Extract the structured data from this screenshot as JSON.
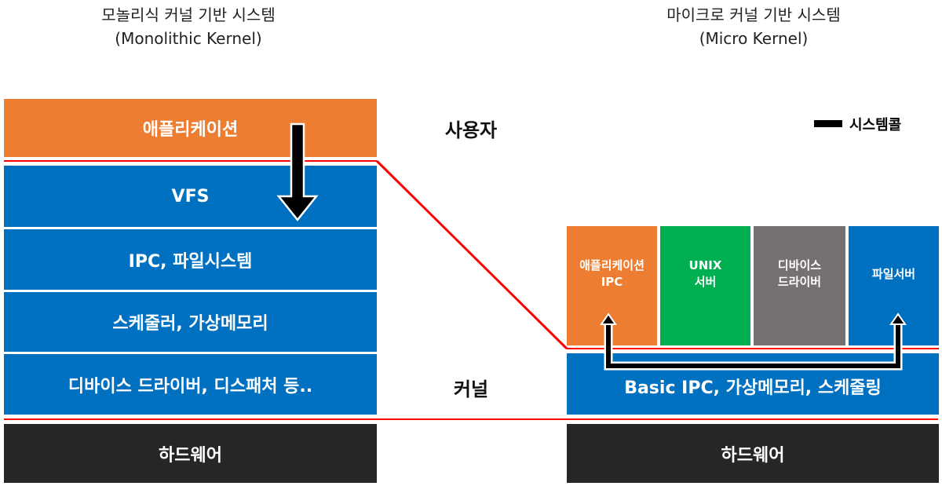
{
  "monolithic": {
    "title_ko": "모놀리식 커널 기반 시스템",
    "title_en": "(Monolithic Kernel)",
    "layers": {
      "app": "애플리케이션",
      "vfs": "VFS",
      "ipc_fs": "IPC, 파일시스템",
      "sched_vm": "스케줄러, 가상메모리",
      "drivers": "디바이스 드라이버, 디스패처 등..",
      "hardware": "하드웨어"
    }
  },
  "micro": {
    "title_ko": "마이크로 커널 기반 시스템",
    "title_en": "(Micro Kernel)",
    "servers": {
      "app_line1": "애플리케이션",
      "app_line2": "IPC",
      "unix_line1": "UNIX",
      "unix_line2": "서버",
      "driver_line1": "디바이스",
      "driver_line2": "드라이버",
      "file_server": "파일서버"
    },
    "kernel": "Basic IPC, 가상메모리, 스케줄링",
    "hardware": "하드웨어"
  },
  "labels": {
    "user": "사용자",
    "kernel": "커널"
  },
  "legend": {
    "system_call": "시스템콜"
  },
  "colors": {
    "orange": "#ed7d31",
    "blue": "#0070c0",
    "green": "#00b050",
    "gray": "#767171",
    "black": "#262626",
    "red": "#ff0000"
  }
}
